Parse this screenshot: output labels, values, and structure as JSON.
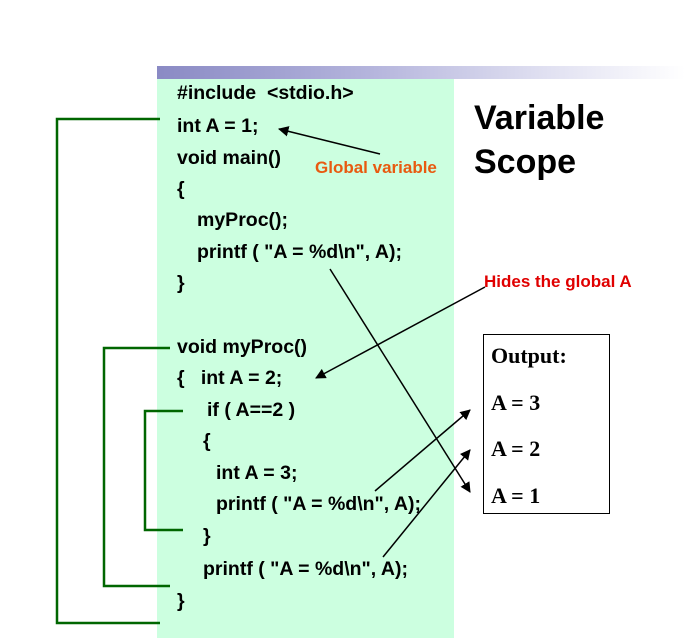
{
  "title": {
    "line1": "Variable",
    "line2": "Scope"
  },
  "code": {
    "include": "#include  <stdio.h>",
    "global_decl": "int A = 1;",
    "main_sig": "void main()",
    "main_open": "{",
    "call_myproc": "myProc();",
    "main_printf": "printf ( \"A = %d\\n\", A);",
    "main_close": "}",
    "proc_sig": "void myProc()",
    "proc_open_decl": "{   int A = 2;",
    "if_stmt": "if ( A==2 )",
    "if_open": "{",
    "inner_decl": "int A = 3;",
    "inner_printf": "printf ( \"A = %d\\n\", A);",
    "if_close": "}",
    "proc_printf": "printf ( \"A = %d\\n\", A);",
    "proc_close": "}"
  },
  "annotations": {
    "global_variable": "Global variable",
    "hides_global": "Hides the global A"
  },
  "colors": {
    "code_bg": "#ccffe0",
    "global_label": "#e85a10",
    "hides_label": "#e00000",
    "bracket": "#006600"
  },
  "output": {
    "heading": "Output:",
    "lines": [
      "A = 3",
      "A = 2",
      "A = 1"
    ]
  }
}
